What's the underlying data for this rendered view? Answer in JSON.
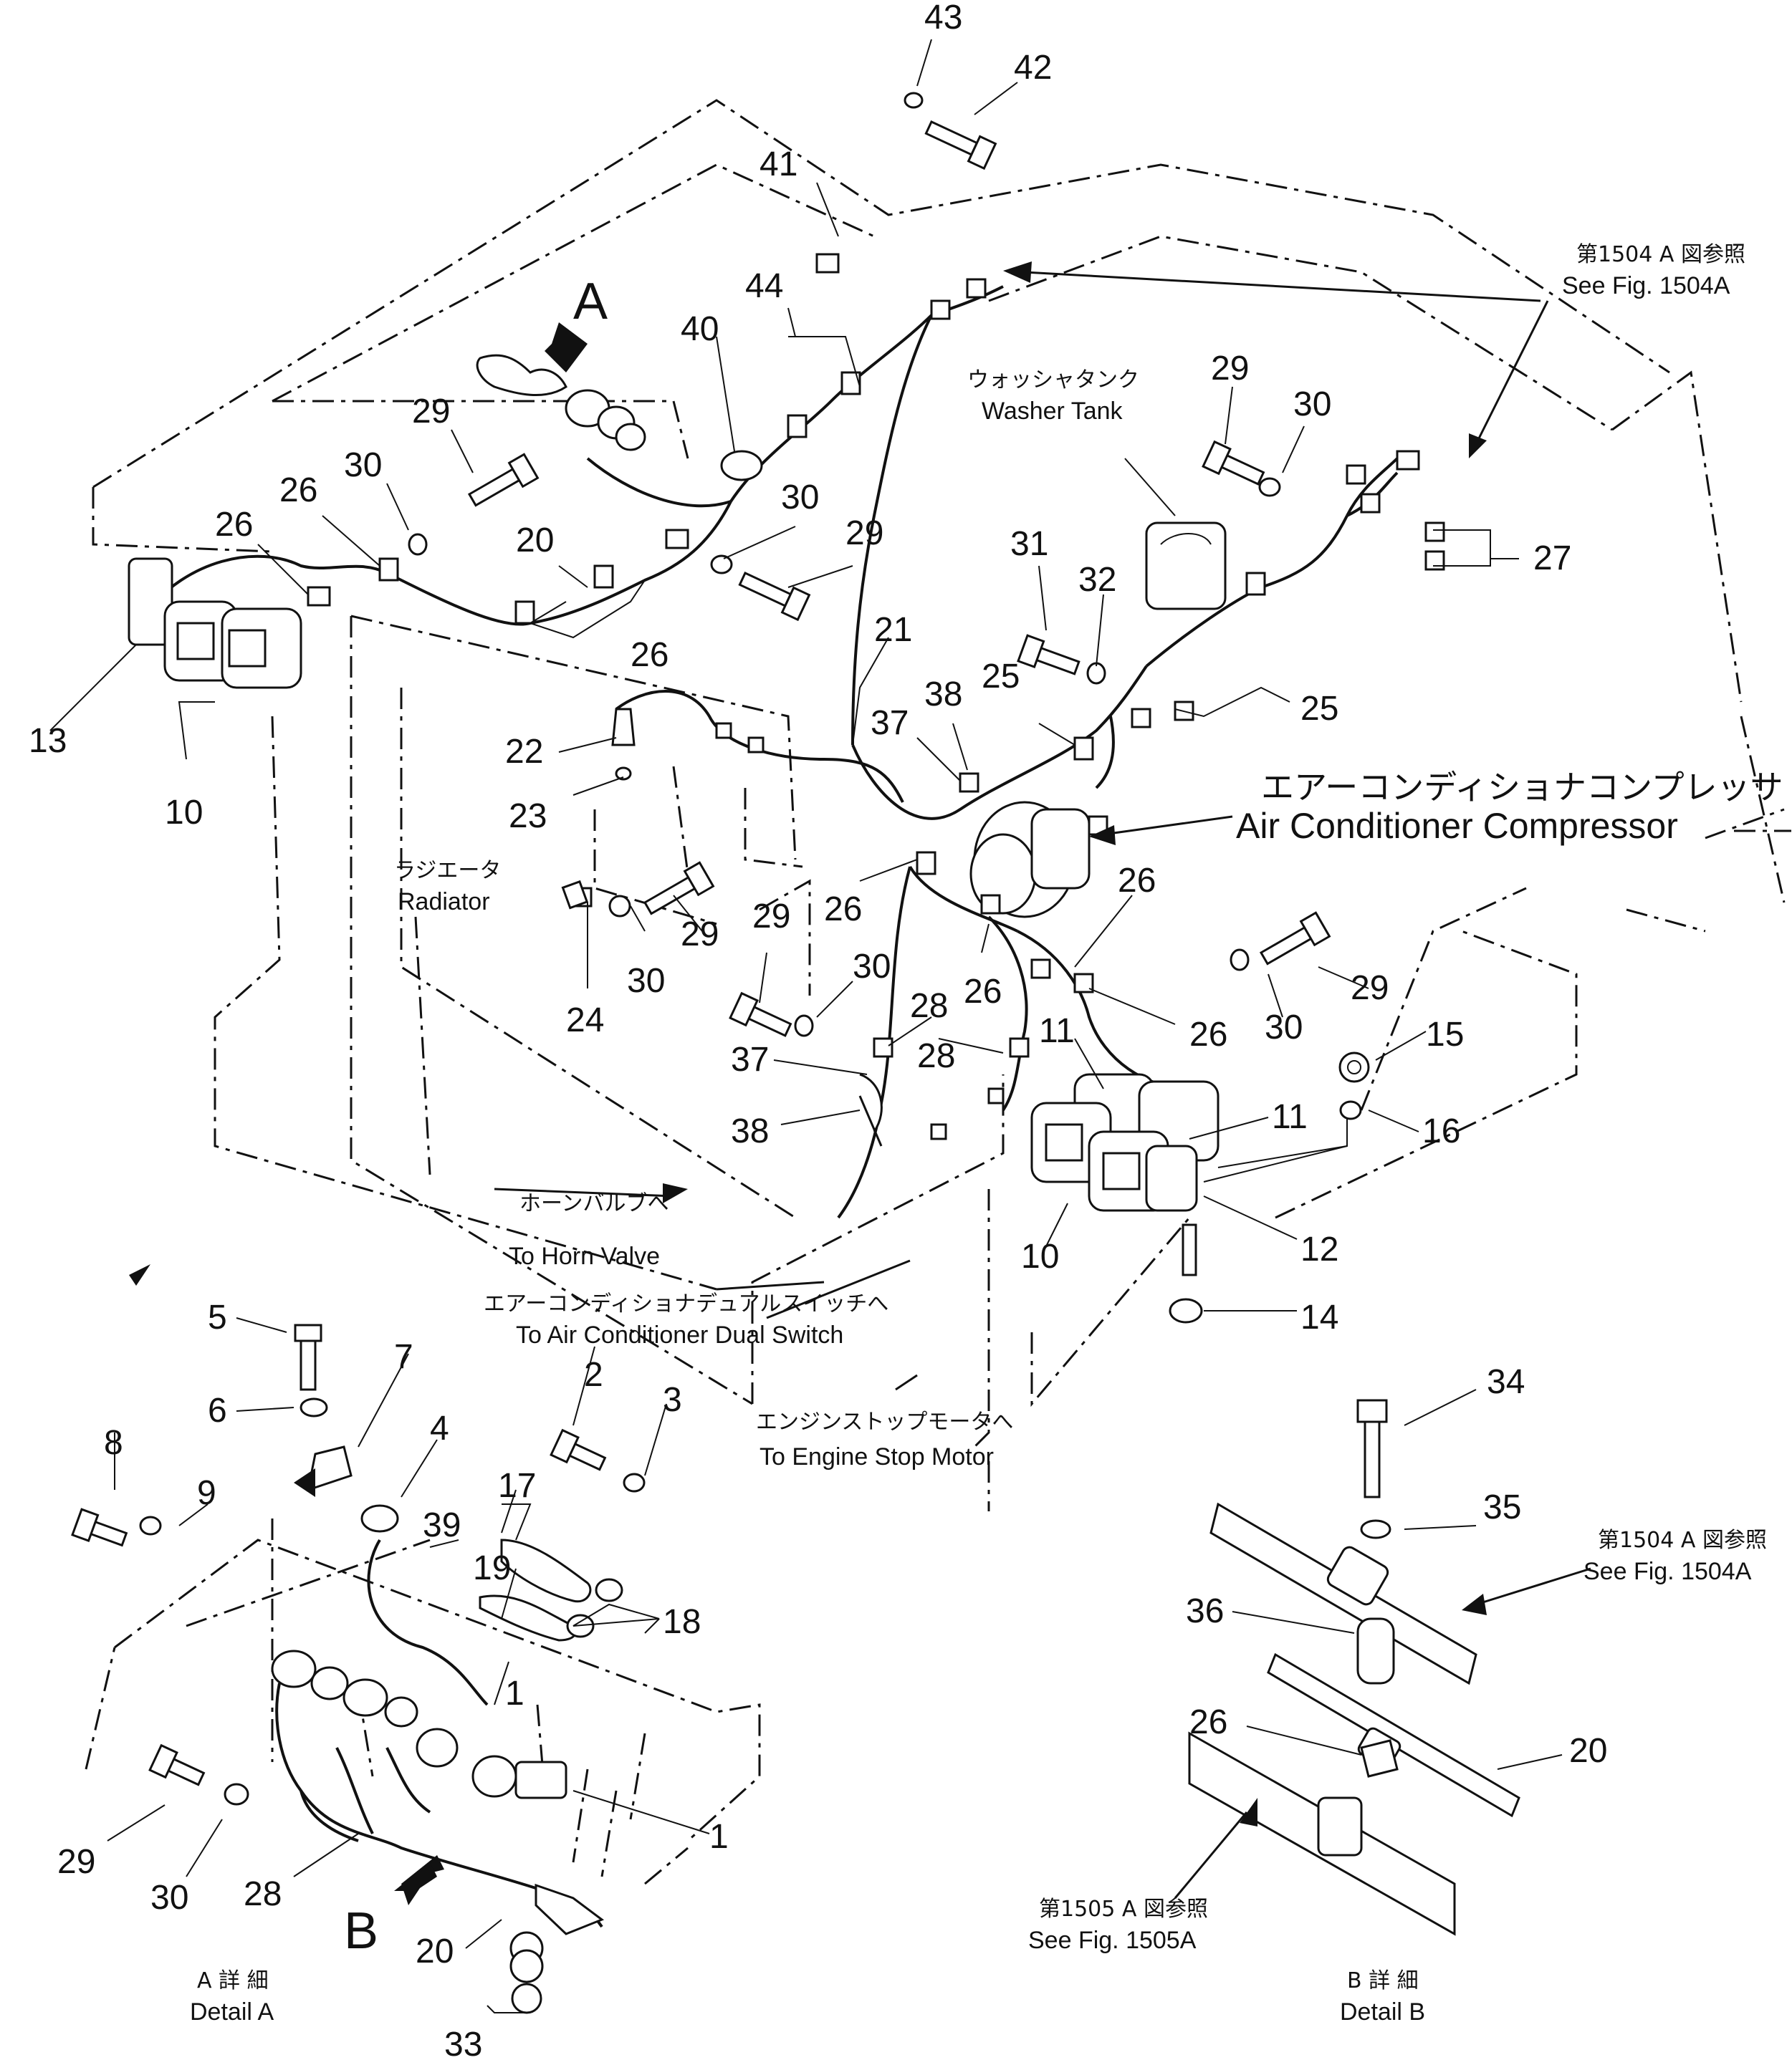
{
  "callouts": {
    "n43": "43",
    "n42": "42",
    "n41": "41",
    "n44": "44",
    "n40": "40",
    "n29a": "29",
    "n30a": "30",
    "n26a": "26",
    "n26b": "26",
    "n20a": "20",
    "n26c": "26",
    "n30b": "30",
    "n29b": "29",
    "n13": "13",
    "n10a": "10",
    "n22": "22",
    "n23": "23",
    "n21": "21",
    "n37a": "37",
    "n38a": "38",
    "n31": "31",
    "n32": "32",
    "n25a": "25",
    "n25b": "25",
    "n29c": "29",
    "n30c": "30",
    "n27": "27",
    "n24": "24",
    "n30d": "30",
    "n29d": "29",
    "n29e": "29",
    "n26d": "26",
    "n30e": "30",
    "n28a": "28",
    "n37b": "37",
    "n38b": "38",
    "n26e": "26",
    "n26f": "26",
    "n28b": "28",
    "n26g": "26",
    "n11a": "11",
    "n11b": "11",
    "n29f": "29",
    "n30f": "30",
    "n15": "15",
    "n16": "16",
    "n10b": "10",
    "n12": "12",
    "n14": "14",
    "n5": "5",
    "n6": "6",
    "n7": "7",
    "n8": "8",
    "n9": "9",
    "n4": "4",
    "n2": "2",
    "n3": "3",
    "n17": "17",
    "n39": "39",
    "n19": "19",
    "n18": "18",
    "n1a": "1",
    "n1b": "1",
    "n29g": "29",
    "n30g": "30",
    "n28c": "28",
    "n20b": "20",
    "n33": "33",
    "n34": "34",
    "n35": "35",
    "n36": "36",
    "n26h": "26",
    "n20c": "20"
  },
  "view_letters": {
    "a": "A",
    "b": "B"
  },
  "labels": {
    "see_1504a_top_jp": "第1504 A 図参照",
    "see_1504a_top_en": "See Fig. 1504A",
    "washer_tank_jp": "ウォッシャタンク",
    "washer_tank_en": "Washer Tank",
    "ac_compressor_jp": "エアーコンディショナコンプレッサ",
    "ac_compressor_en": "Air Conditioner Compressor",
    "radiator_jp": "ラジエータ",
    "radiator_en": "Radiator",
    "horn_valve_jp": "ホーンバルブへ",
    "horn_valve_en": "To Horn Valve",
    "ac_dual_switch_jp": "エアーコンディショナデュアルスイッチへ",
    "ac_dual_switch_en": "To Air Conditioner Dual Switch",
    "engine_stop_jp": "エンジンストップモータへ",
    "engine_stop_en": "To Engine Stop Motor",
    "see_1504a_detail_jp": "第1504 A 図参照",
    "see_1504a_detail_en": "See Fig. 1504A",
    "see_1505a_jp": "第1505 A 図参照",
    "see_1505a_en": "See Fig. 1505A",
    "detail_a_jp": "A 詳 細",
    "detail_a_en": "Detail A",
    "detail_b_jp": "B 詳 細",
    "detail_b_en": "Detail B"
  }
}
